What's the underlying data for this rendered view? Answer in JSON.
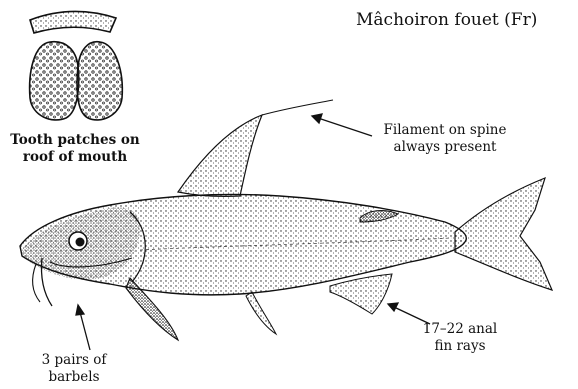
{
  "title": "Mâchoiron fouet (Fr)",
  "tooth_patches": {
    "caption_lines": [
      "Tooth patches on",
      "roof of mouth"
    ]
  },
  "labels": {
    "filament": [
      "Filament on spine",
      "always present"
    ],
    "anal_fin": [
      "17–22 anal",
      "fin rays"
    ],
    "barbels": [
      "3 pairs of",
      "barbels"
    ]
  }
}
